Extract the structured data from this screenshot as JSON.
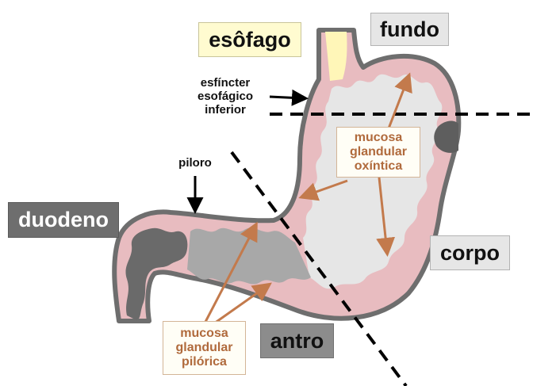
{
  "labels": {
    "esofago": "esôfago",
    "fundo": "fundo",
    "corpo": "corpo",
    "antro": "antro",
    "duodeno": "duodeno",
    "piloro": "piloro",
    "esfincter": [
      "esfíncter",
      "esofágico",
      "inferior"
    ],
    "mucosa_oxintica": [
      "mucosa",
      "glandular",
      "oxíntica"
    ],
    "mucosa_pilorica": [
      "mucosa",
      "glandular",
      "pilórica"
    ]
  },
  "colors": {
    "wall": "#e8bcc0",
    "wall_outline": "#6e6e6e",
    "lumen_body": "#e6e6e6",
    "lumen_antrum": "#a8a8a8",
    "lumen_duodenum": "#6a6a6a",
    "esophagus_lumen": "#fff6b8",
    "annotation_arrow": "#c37a4c",
    "pointer_arrow": "#000000",
    "divider": "#000000"
  }
}
